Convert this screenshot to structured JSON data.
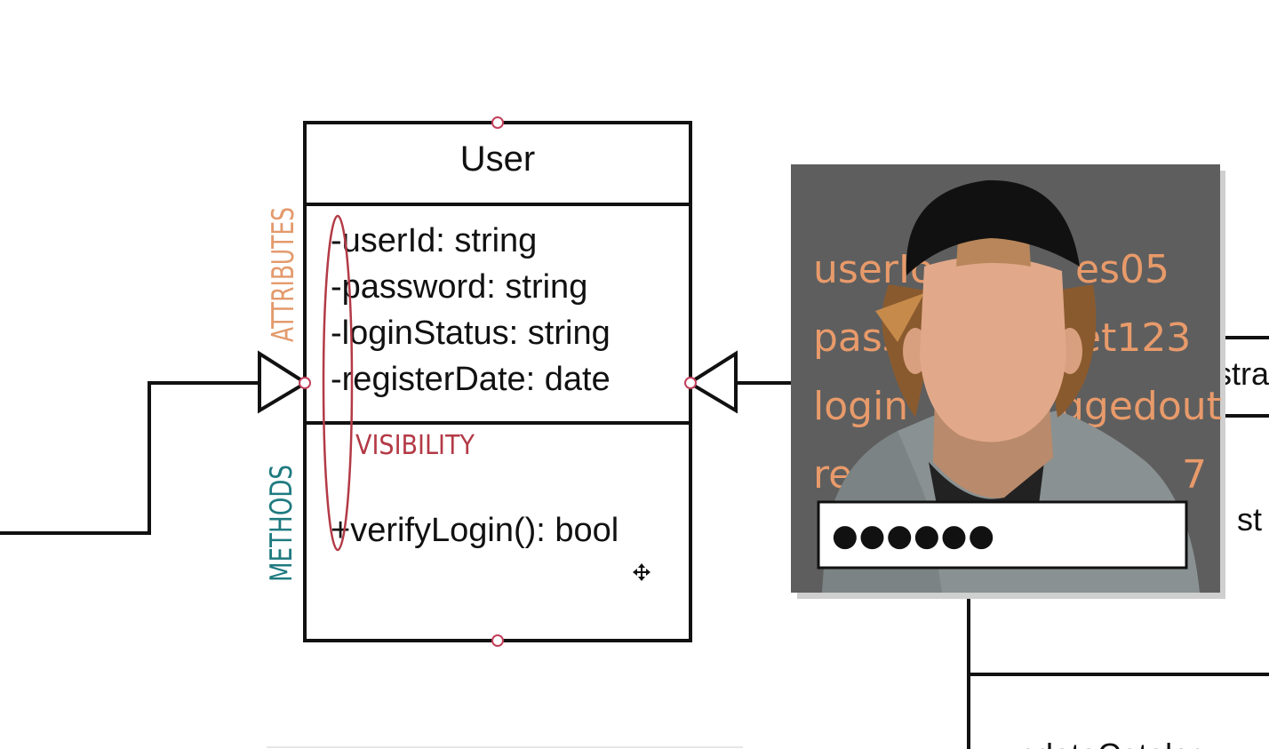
{
  "class": {
    "name": "User",
    "attributes": [
      "-userId: string",
      "-password: string",
      "-loginStatus: string",
      "-registerDate: date"
    ],
    "methods": [
      "+verifyLogin(): bool"
    ]
  },
  "labels": {
    "attributes": "ATTRIBUTES",
    "methods": "METHODS",
    "visibility": "VISIBILITY"
  },
  "overlay": {
    "values": [
      "userIo",
      "es05",
      "pass",
      "et123",
      "login",
      "ggedout",
      "re",
      "7"
    ],
    "password_mask": "●●●●●●"
  },
  "partial_right": {
    "text_1": "stra",
    "text_2": ": st",
    "text_bottom": "updateCatalog"
  },
  "colors": {
    "attributes_label": "#e39a6c",
    "methods_label": "#1f7a80",
    "visibility": "#b33a46",
    "overlay_bg": "#5e5e5e",
    "overlay_text": "#e89a6a",
    "line": "#111111"
  }
}
